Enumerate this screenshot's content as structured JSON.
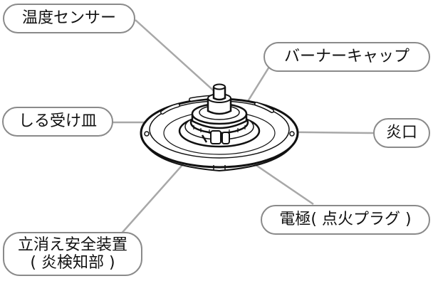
{
  "labels": {
    "temp_sensor": "温度センサー",
    "burner_cap": "バーナーキャップ",
    "drip_pan": "しる受け皿",
    "flame_port": "炎口",
    "electrode": "電極( 点火プラグ )",
    "safety_device_line1": "立消え安全装置",
    "safety_device_line2": "( 炎検知部 )"
  },
  "colors": {
    "leader_line": "#a8a8a8",
    "label_border": "#8a8a8a",
    "outline": "#111111"
  }
}
